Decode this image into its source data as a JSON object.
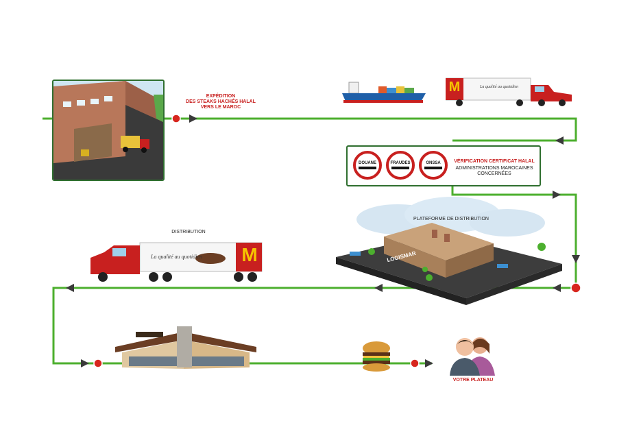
{
  "labels": {
    "expedition": [
      "EXPÉDITION",
      "DES STEAKS HACHÉS HALAL",
      "VERS LE MAROC"
    ],
    "verification_title": "VÉRIFICATION CERTIFICAT HALAL",
    "verification_sub": [
      "ADMINISTRATIONS MAROCAINES",
      "CONCERNÉES"
    ],
    "platform": "PLATEFORME DE DISTRIBUTION",
    "distribution": "DISTRIBUTION",
    "votre_plateau": "VOTRE PLATEAU",
    "warehouse_name": "LOGISMAR",
    "truck_slogan": "La qualité au quotidien",
    "mcd_logo": "M"
  },
  "signs": [
    "DOUANE",
    "FRAUDES",
    "ONSSA"
  ],
  "colors": {
    "flow_line": "#4caf2e",
    "marker_red": "#d7261e",
    "arrow": "#3a3a3a",
    "panel_border": "#2f6f2f",
    "label_red": "#c8201f"
  }
}
